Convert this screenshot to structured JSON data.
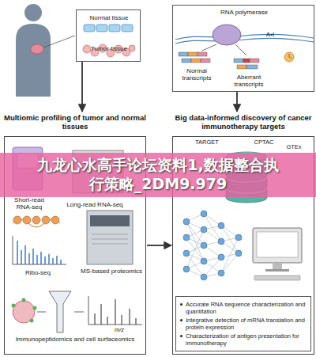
{
  "diagram": {
    "nodes": [
      {
        "text": [
          "Normal tissue",
          "Tumor tissue"
        ]
      },
      {
        "text": [
          "RNA polymerase",
          "A•I",
          "Normal transcripts",
          "Aberrant transcripts"
        ]
      },
      {
        "text": [
          "Multiomic profiling of tumor and normal tissues",
          "Short-read RNA-seq",
          "Long-read RNA-seq",
          "Ribo-seq",
          "MS-based proteomics",
          "Immunopeptidomics and cell surfaceomics"
        ]
      },
      {
        "text": [
          "Big data-informed discovery of cancer immunotherapy targets"
        ]
      },
      {
        "text": [
          "Accurate RNA sequence characterization and quantitation",
          "Integrative detection of mRNA translation and protein expression",
          "Characterization of antigen presentation for immunotherapy"
        ],
        "in": 3
      }
    ],
    "edges": [
      {
        "from": 0,
        "to": 2,
        "arrow": "to"
      },
      {
        "from": 1,
        "to": 3,
        "arrow": "to"
      },
      {
        "from": 2,
        "to": 3,
        "arrow": "to"
      }
    ],
    "labels": [
      "m/z",
      "TARGET",
      "CPTAC",
      "GTEx",
      "九龙心水高手论坛资料1,数据整合执行策略_2DM9.979"
    ]
  }
}
